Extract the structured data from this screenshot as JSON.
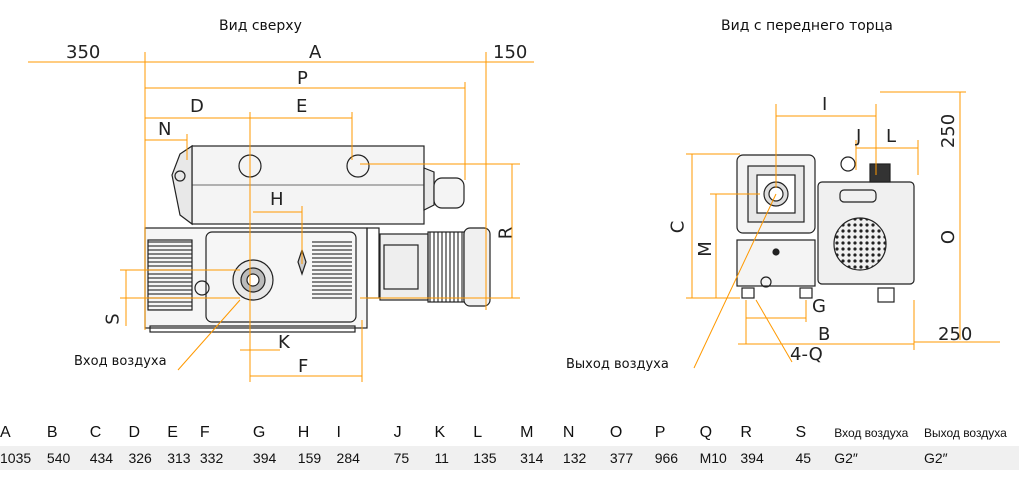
{
  "titles": {
    "top_view": "Вид сверху",
    "front_view": "Вид с переднего торца"
  },
  "callouts": {
    "air_inlet": "Вход воздуха",
    "air_outlet": "Выход воздуха"
  },
  "dims_top": {
    "left_clearance": "350",
    "right_clearance": "150",
    "A": "A",
    "P": "P",
    "D": "D",
    "E": "E",
    "N": "N",
    "H": "H",
    "R": "R",
    "S": "S",
    "K": "K",
    "F": "F"
  },
  "dims_front": {
    "I": "I",
    "J": "J",
    "L": "L",
    "top_clearance": "250",
    "right_clearance": "250",
    "O": "O",
    "C": "C",
    "M": "M",
    "G": "G",
    "B": "B",
    "Q": "4-Q"
  },
  "table": {
    "headers": [
      "A",
      "B",
      "C",
      "D",
      "E",
      "F",
      "G",
      "H",
      "I",
      "J",
      "K",
      "L",
      "M",
      "N",
      "O",
      "P",
      "Q",
      "R",
      "S",
      "Вход воздуха",
      "Выход воздуха"
    ],
    "values": [
      "1035",
      "540",
      "434",
      "326",
      "313",
      "332",
      "394",
      "159",
      "284",
      "75",
      "11",
      "135",
      "314",
      "132",
      "377",
      "966",
      "M10",
      "394",
      "45",
      "G2″",
      "G2″"
    ]
  },
  "colors": {
    "dimension_line": "#ff9900",
    "outline": "#222222",
    "table_row": "#f0f0f0"
  }
}
